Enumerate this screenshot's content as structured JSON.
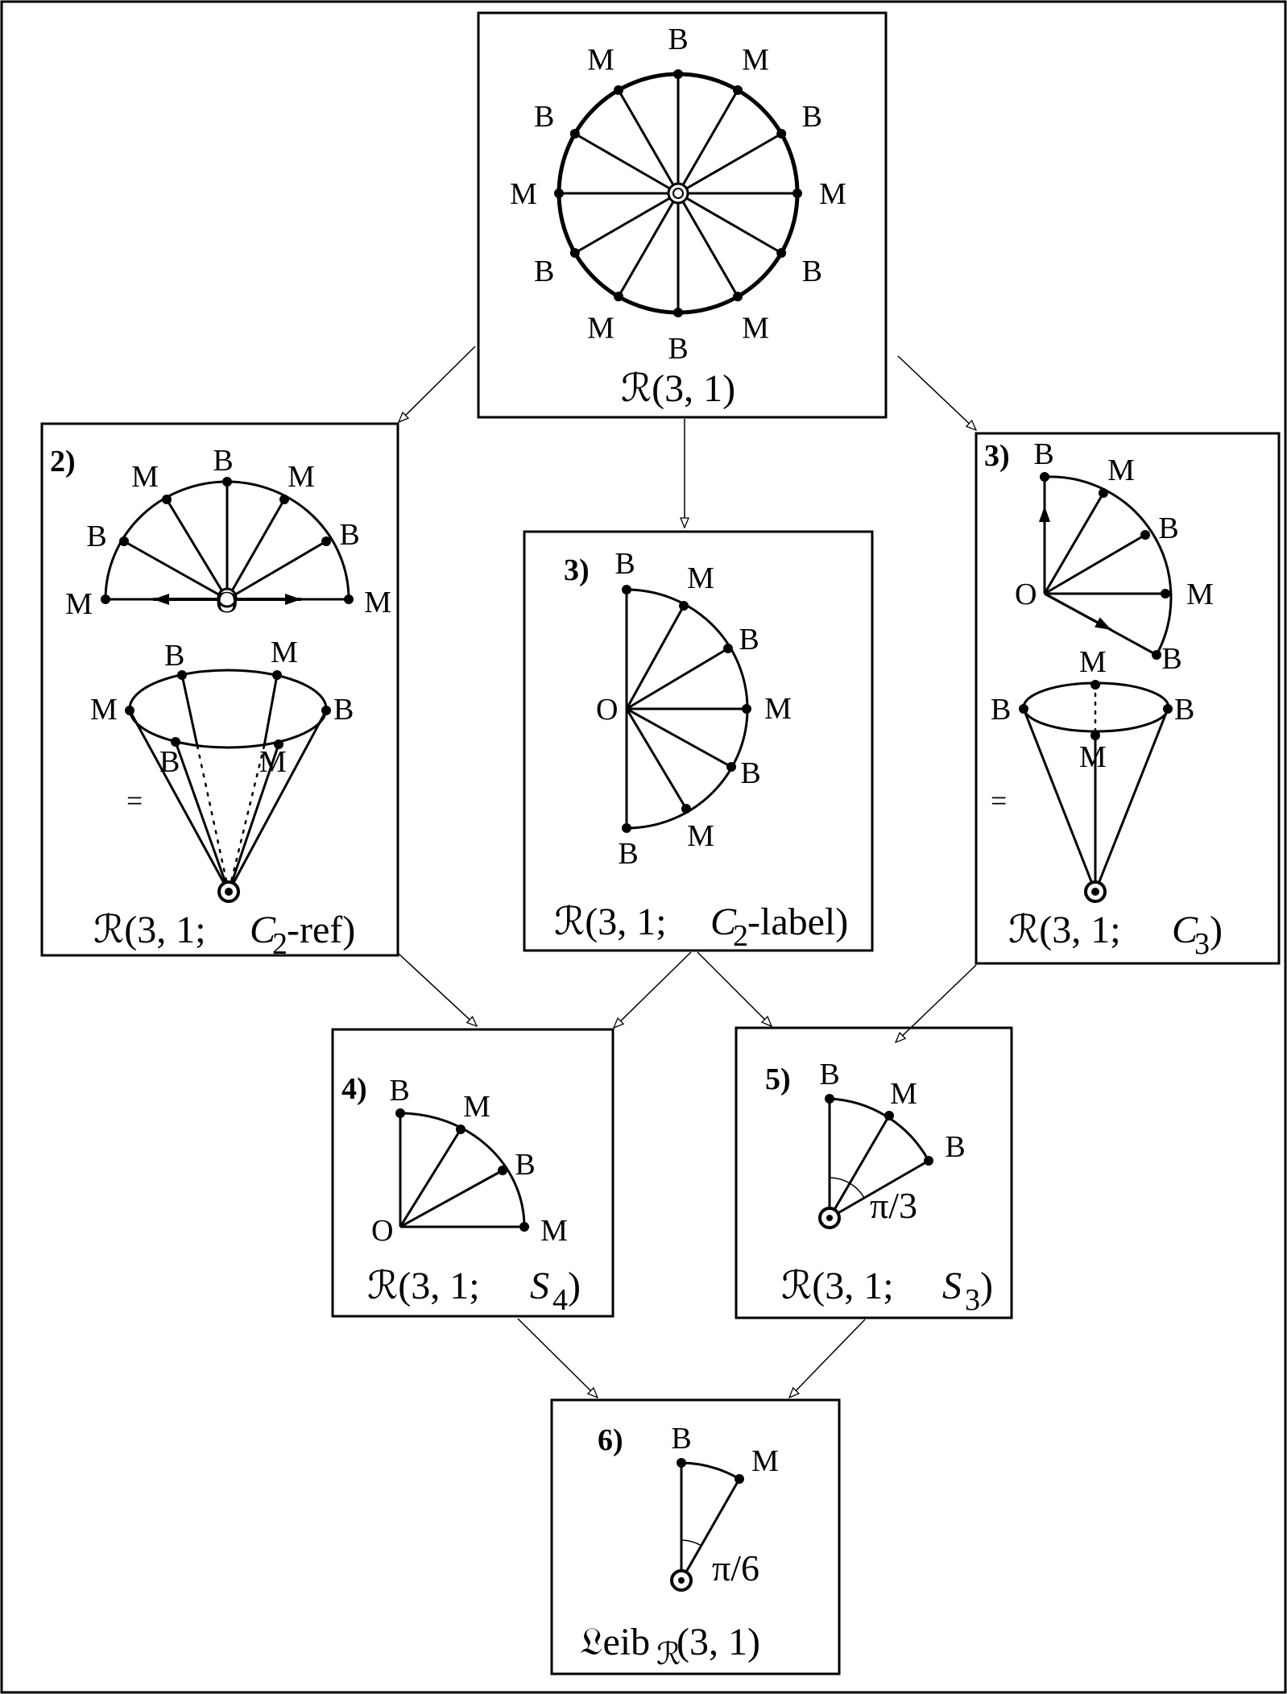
{
  "diagram": {
    "panel1": {
      "caption": "ℛ(3, 1)",
      "vertex_labels": [
        "B",
        "M",
        "B",
        "M",
        "B",
        "M",
        "B",
        "M",
        "B",
        "M",
        "B",
        "M"
      ]
    },
    "panel2": {
      "number": "2)",
      "caption_main": "ℛ(3, 1;",
      "caption_C": "C",
      "caption_sub": "2",
      "caption_end": "-ref)",
      "equals": "=",
      "arc_labels": [
        "M",
        "B",
        "M",
        "B",
        "M",
        "B",
        "M"
      ],
      "center_label": "O",
      "cone_labels": [
        "M",
        "B",
        "M",
        "B",
        "B",
        "M"
      ]
    },
    "panel3c": {
      "number": "3)",
      "caption_main": "ℛ(3, 1;",
      "caption_C": "C",
      "caption_sub": "2",
      "caption_end": "-label)",
      "arc_labels": [
        "B",
        "M",
        "B",
        "M",
        "B",
        "M",
        "B"
      ],
      "center_label": "O"
    },
    "panel3r": {
      "number": "3)",
      "caption_main": "ℛ(3, 1; ",
      "caption_C": "C",
      "caption_sub": "3",
      "caption_end": ")",
      "equals": "=",
      "arc_labels": [
        "B",
        "M",
        "B",
        "M",
        "B"
      ],
      "center_label": "O",
      "cone_labels": [
        "M",
        "B",
        "B",
        "M"
      ]
    },
    "panel4": {
      "number": "4)",
      "caption_main": "ℛ(3, 1; ",
      "caption_S": "S",
      "caption_sub": "4",
      "caption_end": ")",
      "arc_labels": [
        "B",
        "M",
        "B",
        "M"
      ],
      "center_label": "O"
    },
    "panel5": {
      "number": "5)",
      "caption_main": "ℛ(3, 1; ",
      "caption_S": "S",
      "caption_sub": "3",
      "caption_end": ")",
      "arc_labels": [
        "B",
        "M",
        "B"
      ],
      "angle": "π/3"
    },
    "panel6": {
      "number": "6)",
      "caption_main": "𝔏eib",
      "caption_sub": "ℛ",
      "caption_end": "(3, 1)",
      "arc_labels": [
        "B",
        "M"
      ],
      "angle": "π/6"
    }
  }
}
